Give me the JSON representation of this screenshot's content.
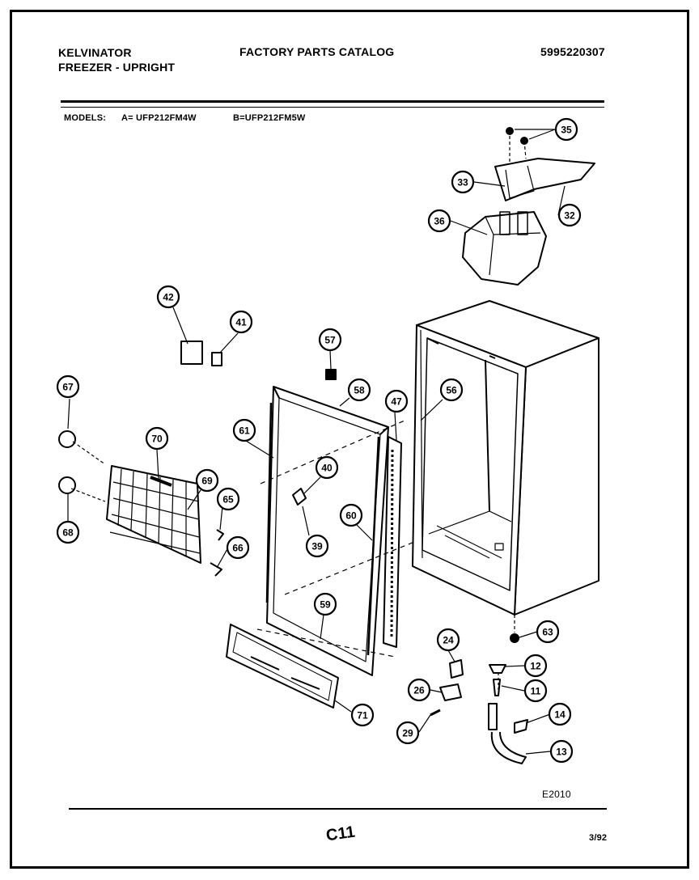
{
  "header": {
    "brand": "KELVINATOR",
    "product": "FREEZER - UPRIGHT",
    "catalog_title": "FACTORY PARTS CATALOG",
    "catalog_number": "5995220307",
    "models_label": "MODELS:",
    "model_a": "A= UFP212FM4W",
    "model_b": "B=UFP212FM5W"
  },
  "footer": {
    "figure_code": "E2010",
    "page_code": "C11",
    "date": "3/92"
  },
  "callouts": [
    "35",
    "33",
    "32",
    "36",
    "42",
    "41",
    "57",
    "58",
    "47",
    "56",
    "67",
    "70",
    "69",
    "65",
    "61",
    "40",
    "60",
    "39",
    "66",
    "68",
    "59",
    "63",
    "24",
    "12",
    "26",
    "11",
    "14",
    "29",
    "13",
    "71"
  ]
}
